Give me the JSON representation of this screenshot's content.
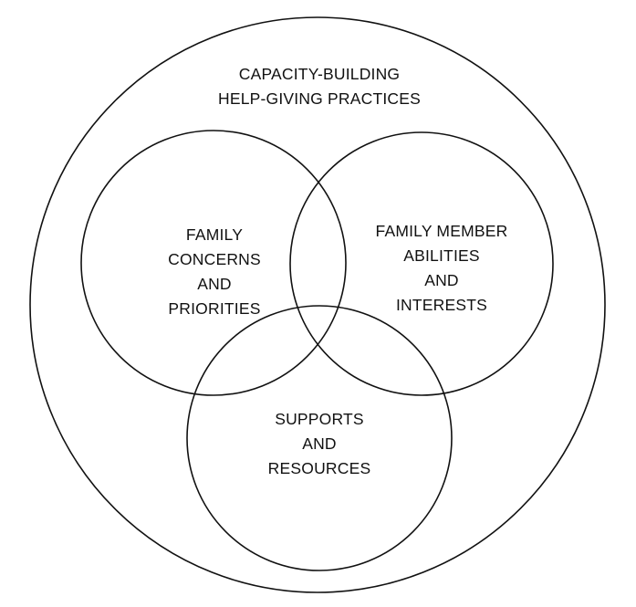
{
  "diagram": {
    "outer": {
      "lines": [
        "CAPACITY-BUILDING",
        "HELP-GIVING PRACTICES"
      ]
    },
    "circle_left": {
      "lines": [
        "FAMILY",
        "CONCERNS",
        "AND",
        "PRIORITIES"
      ]
    },
    "circle_right": {
      "lines": [
        "FAMILY MEMBER",
        "ABILITIES",
        "AND",
        "INTERESTS"
      ]
    },
    "circle_bottom": {
      "lines": [
        "SUPPORTS",
        "AND",
        "RESOURCES"
      ]
    },
    "colors": {
      "stroke": "#111111",
      "background": "#ffffff",
      "text": "#111111"
    }
  }
}
